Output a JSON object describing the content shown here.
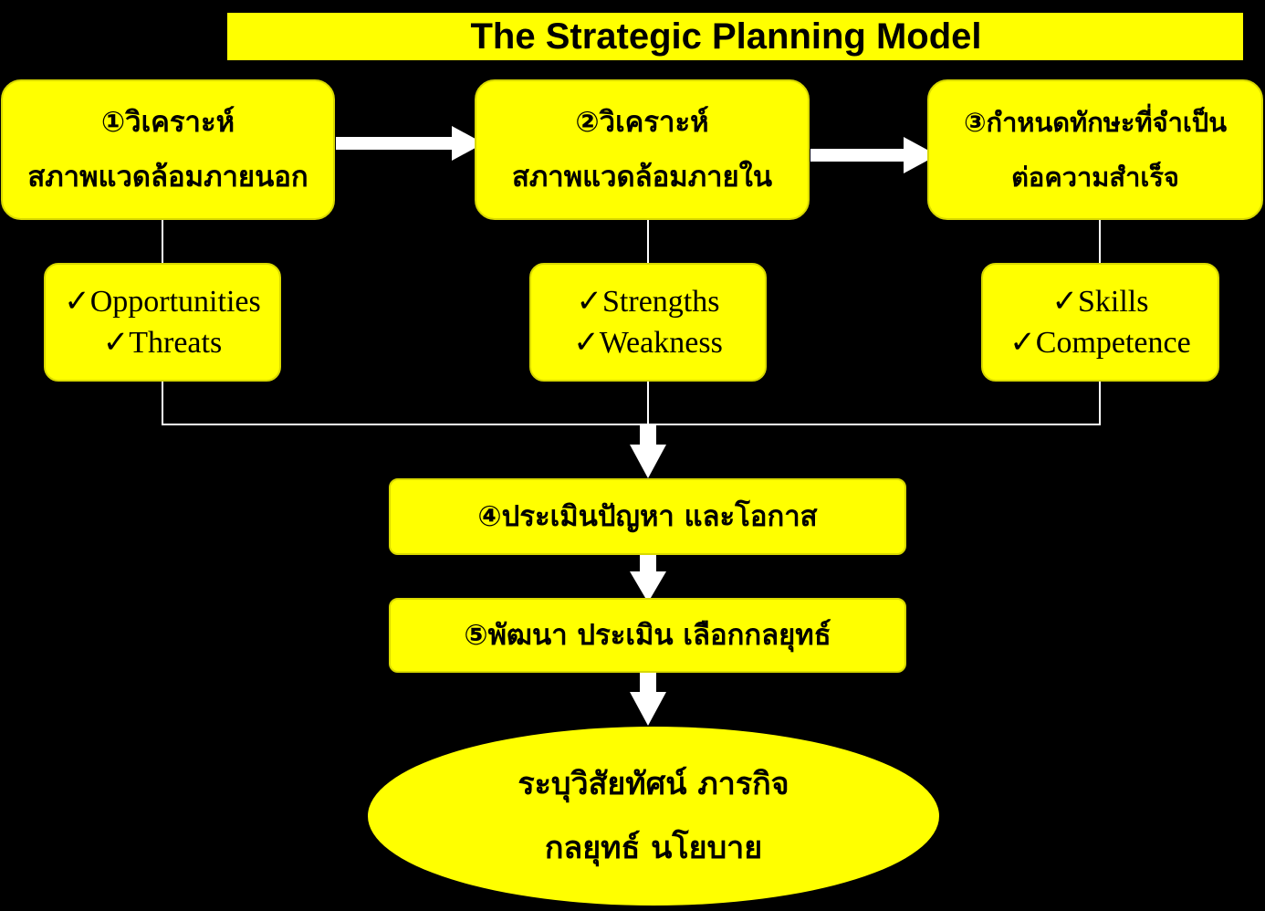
{
  "title": "The Strategic Planning Model",
  "steps": [
    {
      "line1": "①วิเคราะห์",
      "line2": "สภาพแวดล้อมภายนอก",
      "items": [
        "✓Opportunities",
        "✓Threats"
      ]
    },
    {
      "line1": "②วิเคราะห์",
      "line2": "สภาพแวดล้อมภายใน",
      "items": [
        "✓Strengths",
        "✓Weakness"
      ]
    },
    {
      "line1": "③กำหนดทักษะที่จำเป็น",
      "line2": "ต่อความสำเร็จ",
      "items": [
        "✓Skills",
        "✓Competence"
      ]
    }
  ],
  "step4": "④ประเมินปัญหา และโอกาส",
  "step5": "⑤พัฒนา ประเมิน เลือกกลยุทธ์",
  "result": {
    "line1": "ระบุวิสัยทัศน์ ภารกิจ",
    "line2": "กลยุทธ์ นโยบาย"
  },
  "colors": {
    "background": "#000000",
    "box": "#ffff00",
    "arrow": "#ffffff",
    "text": "#000000"
  }
}
